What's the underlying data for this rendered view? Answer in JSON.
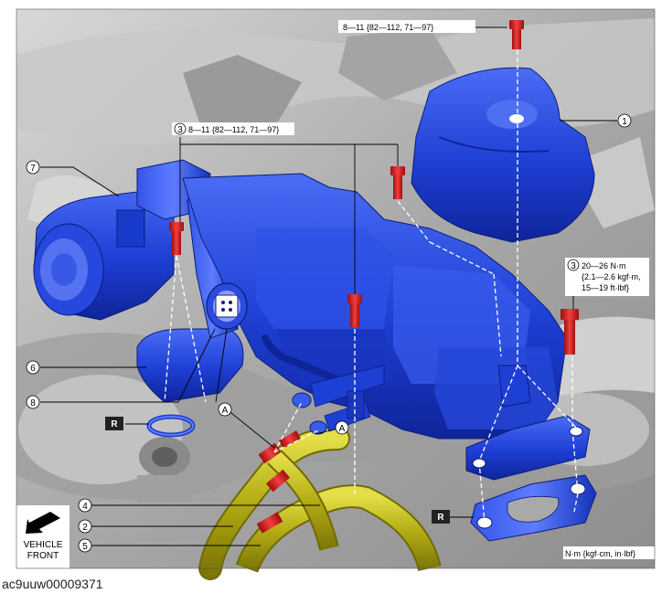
{
  "callouts": {
    "c1": "1",
    "c2": "2",
    "c3a": "3",
    "c3b": "3",
    "c4": "4",
    "c5": "5",
    "c6": "6",
    "c7": "7",
    "c8": "8",
    "a1": "A",
    "a2": "A",
    "r1": "R",
    "r2": "R"
  },
  "torque": {
    "top": "8—11 {82—112, 71—97}",
    "mid": "8—11 {82—112, 71—97}",
    "right_line1": "20—26 N·m",
    "right_line2": "{2.1—2.6 kgf·m,",
    "right_line3": "15—19 ft·lbf}"
  },
  "units_legend": "N·m {kgf·cm, in·lbf}",
  "vehicle_front": {
    "line1": "VEHICLE",
    "line2": "FRONT"
  },
  "catalog_id": "ac9uuw00009371",
  "colors": {
    "part_blue": "#1f3fd6",
    "bolt_red": "#d42020",
    "hose_yellow": "#c9c21a",
    "engine_gray": "#b4b4b4"
  },
  "icons": [
    "vehicle-front-arrow-icon",
    "bolt-icon",
    "o-ring-icon",
    "connector-icon"
  ]
}
